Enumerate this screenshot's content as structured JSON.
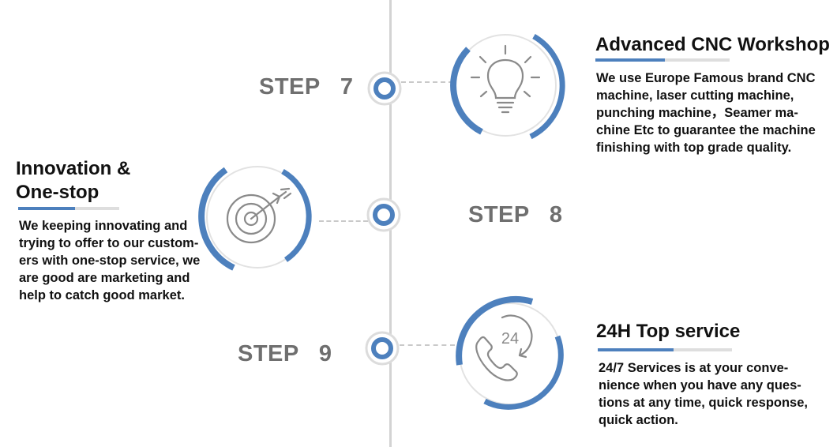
{
  "accent_color": "#4d80bd",
  "steps": [
    {
      "step_label": "STEP   7",
      "title_lines": [
        "Advanced CNC Workshop"
      ],
      "description_lines": [
        "We use Europe Famous brand CNC",
        "machine, laser cutting machine,",
        "punching machine，Seamer ma-",
        "chine Etc to guarantee the machine",
        "finishing with top grade quality."
      ],
      "icon": "lightbulb-icon"
    },
    {
      "step_label": "STEP   8",
      "title_lines": [
        "Innovation &",
        "One-stop"
      ],
      "description_lines": [
        "We keeping innovating and",
        "trying to offer to our custom-",
        "ers with one-stop service, we",
        "are good are marketing and",
        "help to catch good market."
      ],
      "icon": "target-arrow-icon"
    },
    {
      "step_label": "STEP   9",
      "title_lines": [
        "24H Top service"
      ],
      "description_lines": [
        "24/7 Services is at your conve-",
        "nience when you have any ques-",
        "tions at any time, quick response,",
        "quick action."
      ],
      "icon": "24h-phone-icon",
      "icon_text": "24"
    }
  ]
}
